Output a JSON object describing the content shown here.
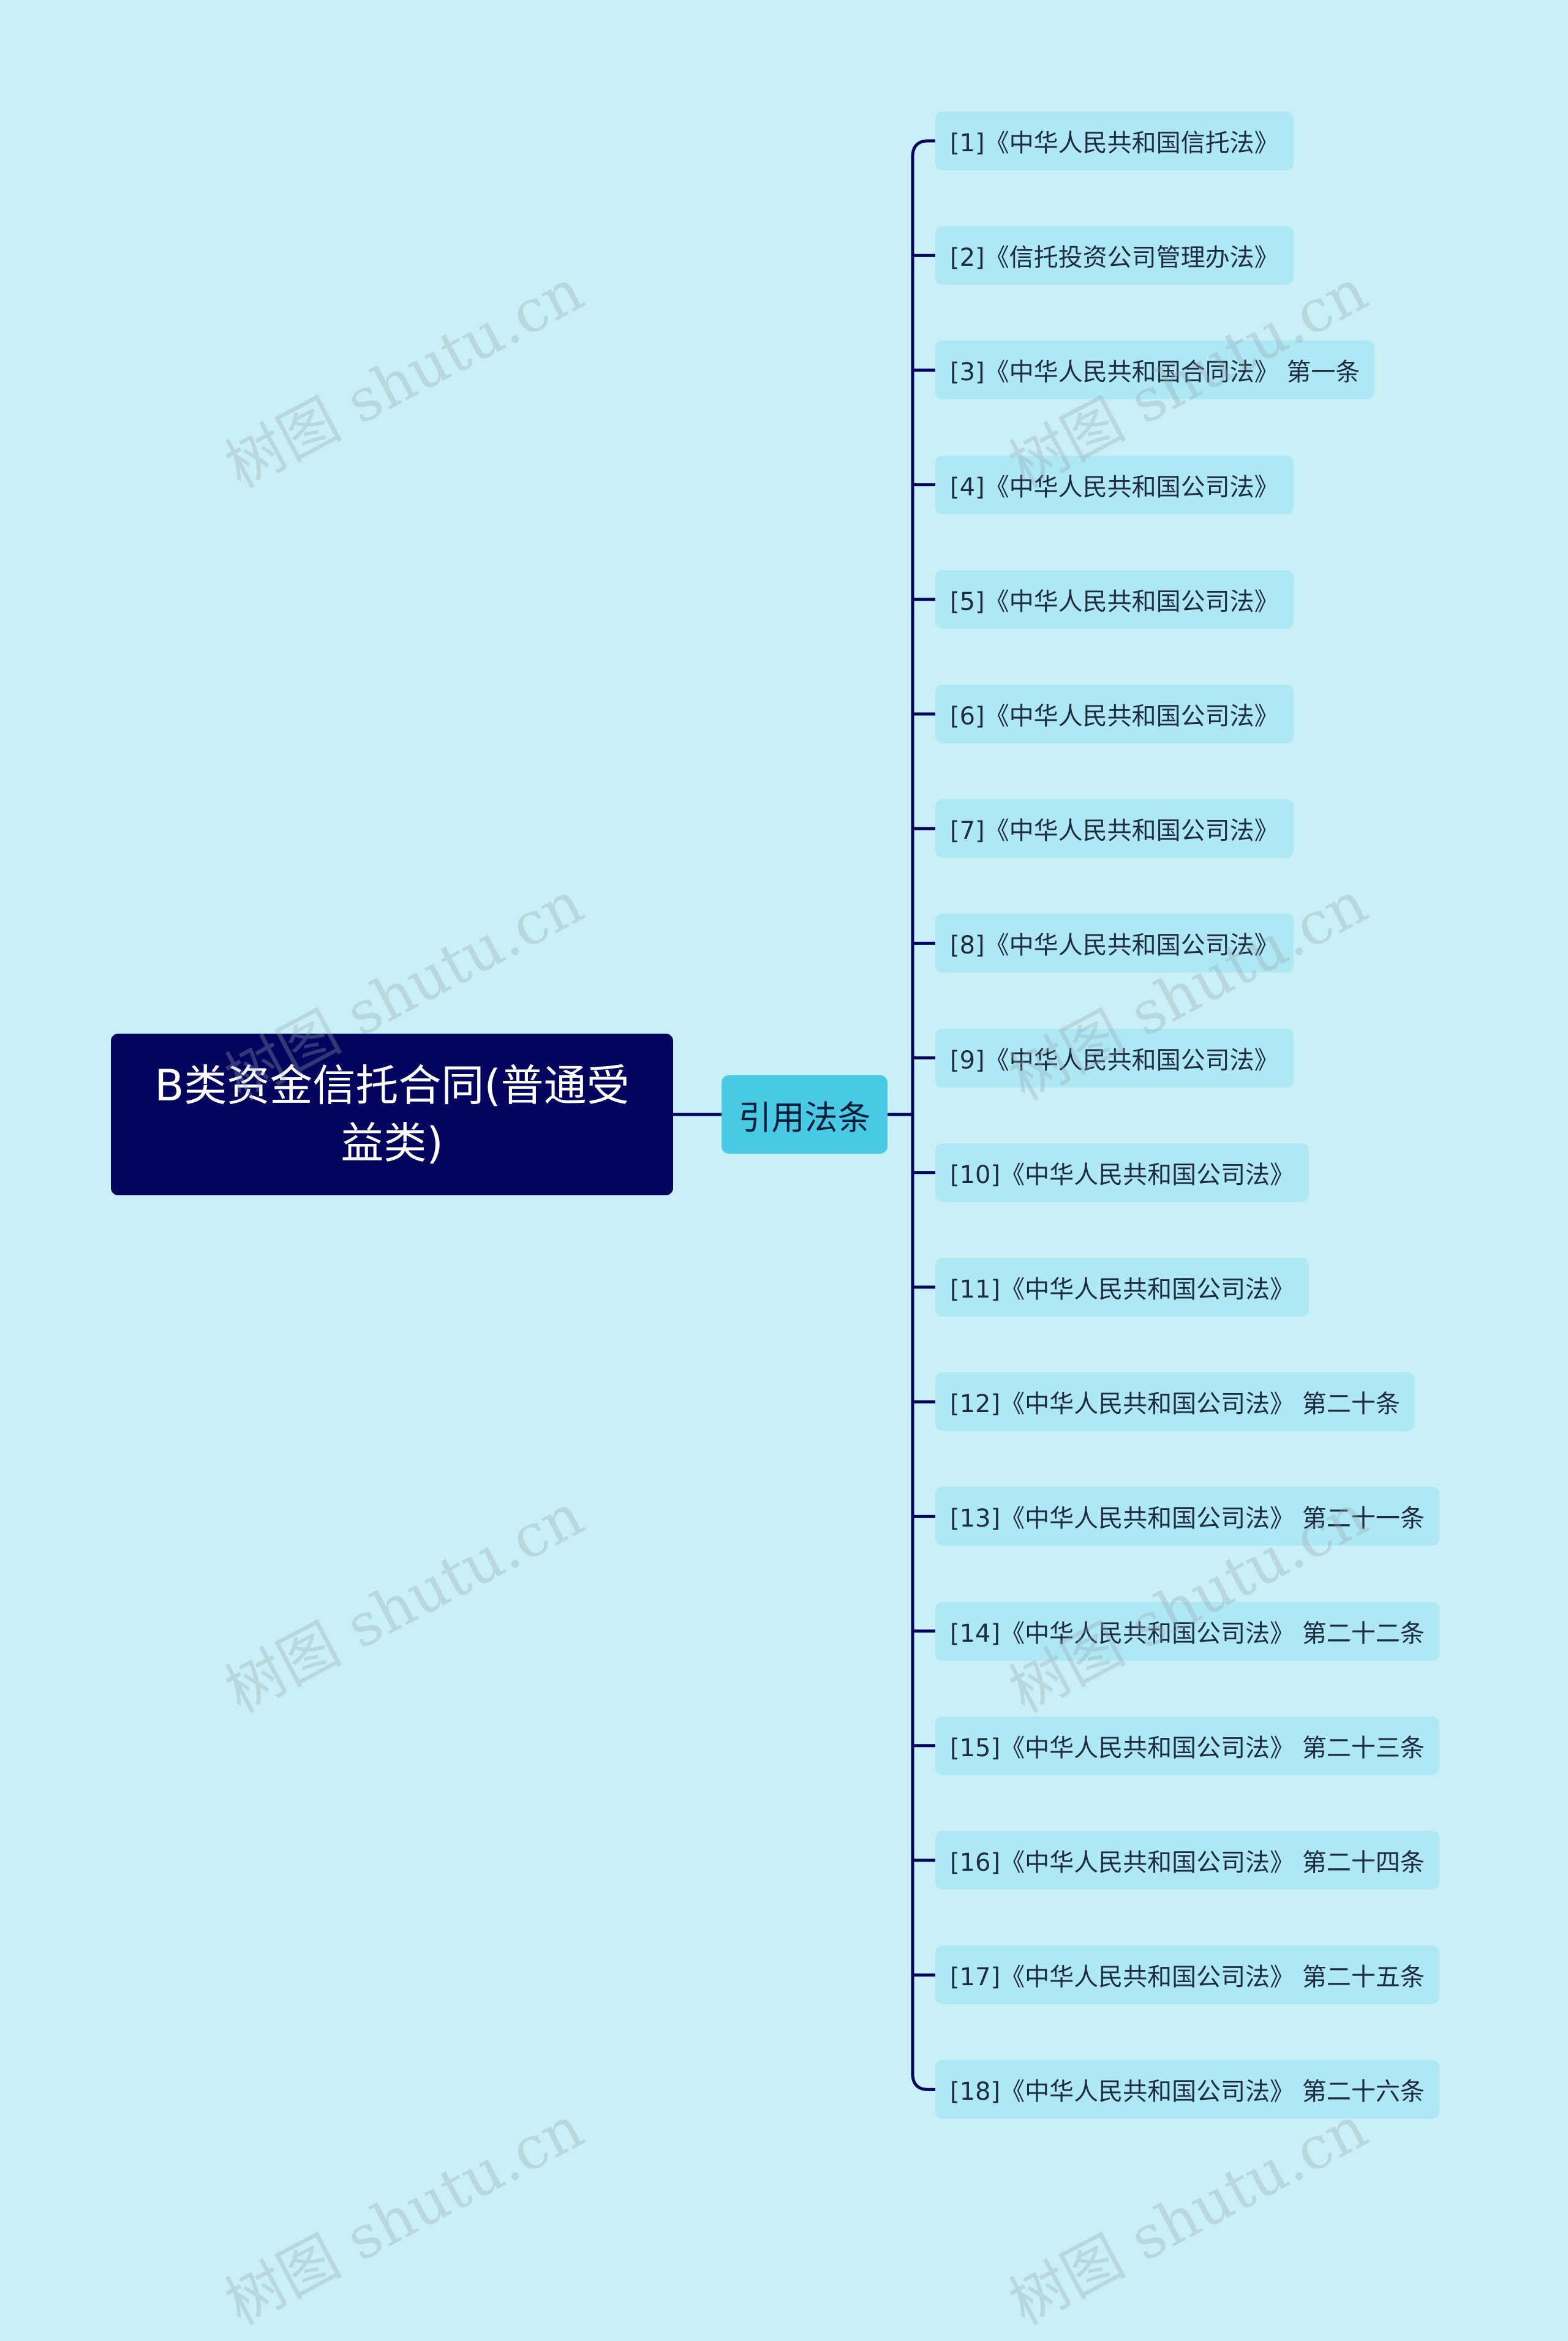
{
  "mindmap": {
    "root": {
      "label": "B类资金信托合同(普通受益类)"
    },
    "branch": {
      "label": "引用法条"
    },
    "leaves": [
      "[1]《中华人民共和国信托法》",
      "[2]《信托投资公司管理办法》",
      "[3]《中华人民共和国合同法》 第一条",
      "[4]《中华人民共和国公司法》",
      "[5]《中华人民共和国公司法》",
      "[6]《中华人民共和国公司法》",
      "[7]《中华人民共和国公司法》",
      "[8]《中华人民共和国公司法》",
      "[9]《中华人民共和国公司法》",
      "[10]《中华人民共和国公司法》",
      "[11]《中华人民共和国公司法》",
      "[12]《中华人民共和国公司法》 第二十条",
      "[13]《中华人民共和国公司法》 第二十一条",
      "[14]《中华人民共和国公司法》 第二十二条",
      "[15]《中华人民共和国公司法》 第二十三条",
      "[16]《中华人民共和国公司法》 第二十四条",
      "[17]《中华人民共和国公司法》 第二十五条",
      "[18]《中华人民共和国公司法》 第二十六条"
    ]
  },
  "watermark": {
    "text": "树图 shutu.cn"
  },
  "colors": {
    "background": "#c9eff7",
    "root_fill": "#03045e",
    "branch_fill": "#48cae4",
    "leaf_fill": "#ade8f4",
    "connector": "#03045e"
  }
}
